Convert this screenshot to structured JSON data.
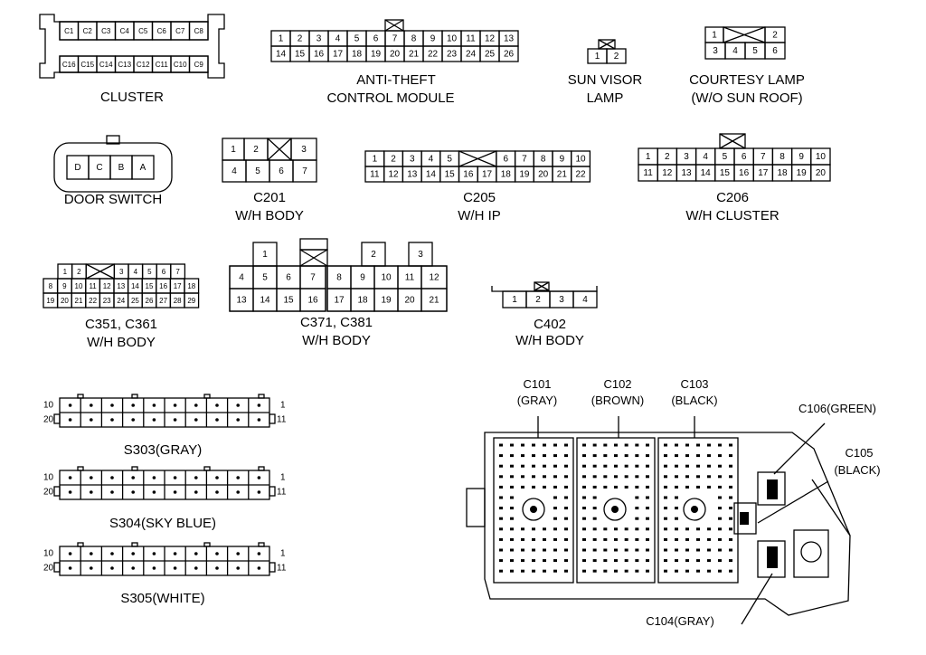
{
  "captions": {
    "cluster": "CLUSTER",
    "antitheft_1": "ANTI-THEFT",
    "antitheft_2": "CONTROL MODULE",
    "sunvisor_1": "SUN VISOR",
    "sunvisor_2": "LAMP",
    "courtesy_1": "COURTESY LAMP",
    "courtesy_2": "(W/O SUN ROOF)",
    "door_switch": "DOOR SWITCH",
    "c201_1": "C201",
    "c201_2": "W/H BODY",
    "c205_1": "C205",
    "c205_2": "W/H IP",
    "c206_1": "C206",
    "c206_2": "W/H CLUSTER",
    "c351_1": "C351, C361",
    "c351_2": "W/H BODY",
    "c371_1": "C371, C381",
    "c371_2": "W/H BODY",
    "c402_1": "C402",
    "c402_2": "W/H BODY",
    "s303": "S303(GRAY)",
    "s304": "S304(SKY BLUE)",
    "s305": "S305(WHITE)"
  },
  "junction_block": {
    "c101_1": "C101",
    "c101_2": "(GRAY)",
    "c102_1": "C102",
    "c102_2": "(BROWN)",
    "c103_1": "C103",
    "c103_2": "(BLACK)",
    "c106": "C106(GREEN)",
    "c105_1": "C105",
    "c105_2": "(BLACK)",
    "c104": "C104(GRAY)"
  },
  "pins": {
    "cluster_top": [
      "C1",
      "C2",
      "C3",
      "C4",
      "C5",
      "C6",
      "C7",
      "C8"
    ],
    "cluster_bottom": [
      "C16",
      "C15",
      "C14",
      "C13",
      "C12",
      "C11",
      "C10",
      "C9"
    ],
    "antitheft_top": [
      "1",
      "2",
      "3",
      "4",
      "5",
      "6",
      "7",
      "8",
      "9",
      "10",
      "11",
      "12",
      "13"
    ],
    "antitheft_bottom": [
      "14",
      "15",
      "16",
      "17",
      "18",
      "19",
      "20",
      "21",
      "22",
      "23",
      "24",
      "25",
      "26"
    ],
    "sunvisor": [
      "1",
      "2"
    ],
    "courtesy_top": [
      "1",
      "2"
    ],
    "courtesy_bottom": [
      "3",
      "4",
      "5",
      "6"
    ],
    "door_switch": [
      "D",
      "C",
      "B",
      "A"
    ],
    "c201_top": [
      "1",
      "2",
      "3"
    ],
    "c201_bottom": [
      "4",
      "5",
      "6",
      "7"
    ],
    "c205_top": [
      "1",
      "2",
      "3",
      "4",
      "5",
      "6",
      "7",
      "8",
      "9",
      "10"
    ],
    "c205_bottom": [
      "11",
      "12",
      "13",
      "14",
      "15",
      "16",
      "17",
      "18",
      "19",
      "20",
      "21",
      "22"
    ],
    "c206_top": [
      "1",
      "2",
      "3",
      "4",
      "5",
      "6",
      "7",
      "8",
      "9",
      "10"
    ],
    "c206_bottom": [
      "11",
      "12",
      "13",
      "14",
      "15",
      "16",
      "17",
      "18",
      "19",
      "20"
    ],
    "c351_r1": [
      "1",
      "2",
      "3",
      "4",
      "5",
      "6",
      "7"
    ],
    "c351_r2": [
      "8",
      "9",
      "10",
      "11",
      "12",
      "13",
      "14",
      "15",
      "16",
      "17",
      "18"
    ],
    "c351_r3": [
      "19",
      "20",
      "21",
      "22",
      "23",
      "24",
      "25",
      "26",
      "27",
      "28",
      "29"
    ],
    "c371_top": [
      "1",
      "2",
      "3"
    ],
    "c371_mid": [
      "4",
      "5",
      "6",
      "7",
      "8",
      "9",
      "10",
      "11",
      "12"
    ],
    "c371_bot": [
      "13",
      "14",
      "15",
      "16",
      "17",
      "18",
      "19",
      "20",
      "21"
    ],
    "c402": [
      "1",
      "2",
      "3",
      "4"
    ],
    "s_left": [
      "10",
      "20"
    ],
    "s_right": [
      "1",
      "11"
    ]
  }
}
